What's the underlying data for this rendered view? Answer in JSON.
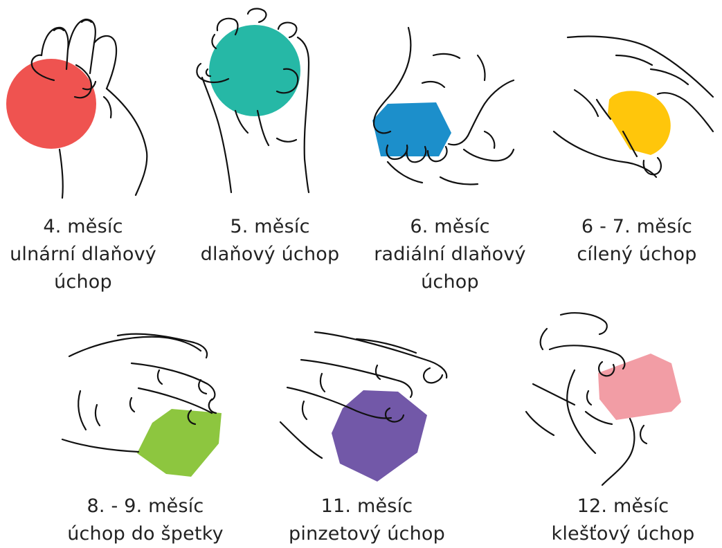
{
  "colors": {
    "red": "#EF5350",
    "teal": "#26B8A6",
    "blue": "#1C8FCB",
    "yellow": "#FFC60B",
    "green": "#8DC63F",
    "purple": "#7258A8",
    "pink": "#F29DA5",
    "line": "#111111",
    "text": "#222222"
  },
  "stages": [
    {
      "month": "4. měsíc",
      "grip_line1": "ulnární dlaňový",
      "grip_line2": "úchop",
      "object_icon": "red-ball-icon",
      "hand_icon": "ulnar-palmar-grasp-hand-icon"
    },
    {
      "month": "5. měsíc",
      "grip_line1": "dlaňový úchop",
      "object_icon": "teal-ball-icon",
      "hand_icon": "palmar-grasp-hand-icon"
    },
    {
      "month": "6. měsíc",
      "grip_line1": "radiální dlaňový",
      "grip_line2": "úchop",
      "object_icon": "blue-block-icon",
      "hand_icon": "radial-palmar-grasp-hand-icon"
    },
    {
      "month": "6 - 7. měsíc",
      "grip_line1": "cílený úchop",
      "object_icon": "yellow-block-icon",
      "hand_icon": "targeted-grasp-hand-icon"
    },
    {
      "month": "8. - 9. měsíc",
      "grip_line1": "úchop do špetky",
      "object_icon": "green-block-icon",
      "hand_icon": "raking-grasp-hand-icon"
    },
    {
      "month": "11. měsíc",
      "grip_line1": "pinzetový úchop",
      "object_icon": "purple-block-icon",
      "hand_icon": "pincer-grasp-hand-icon"
    },
    {
      "month": "12. měsíc",
      "grip_line1": "klešťový úchop",
      "object_icon": "pink-block-icon",
      "hand_icon": "tweezer-grasp-hand-icon"
    }
  ]
}
